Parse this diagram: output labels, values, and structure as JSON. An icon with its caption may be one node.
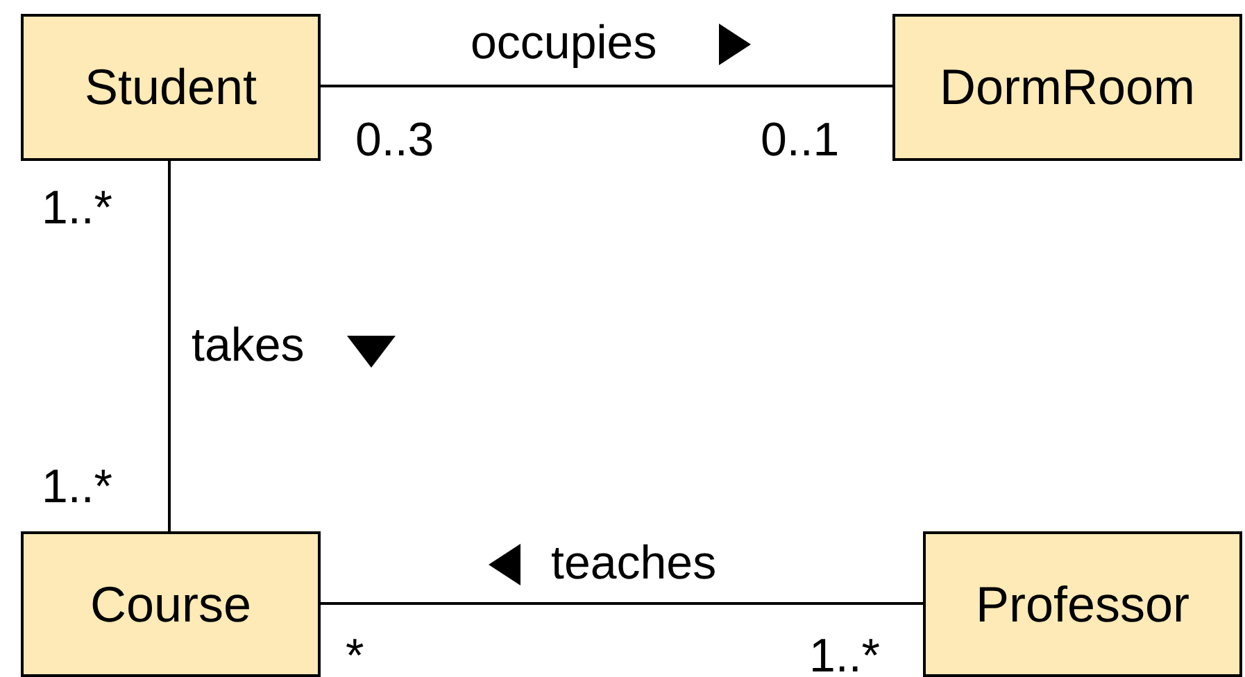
{
  "diagram": {
    "nodes": [
      {
        "text": [
          "Student"
        ]
      },
      {
        "text": [
          "DormRoom"
        ]
      },
      {
        "text": [
          "Course"
        ]
      },
      {
        "text": [
          "Professor"
        ]
      }
    ],
    "edges": [
      {
        "from": 0,
        "to": 1,
        "arrow": "none",
        "label": "occupies"
      },
      {
        "from": 0,
        "to": 2,
        "arrow": "none",
        "label": "takes"
      },
      {
        "from": 3,
        "to": 2,
        "arrow": "none",
        "label": "teaches"
      }
    ],
    "labels": [
      "0..3",
      "0..1",
      "1..*",
      "1..*",
      "*",
      "1..*"
    ]
  }
}
